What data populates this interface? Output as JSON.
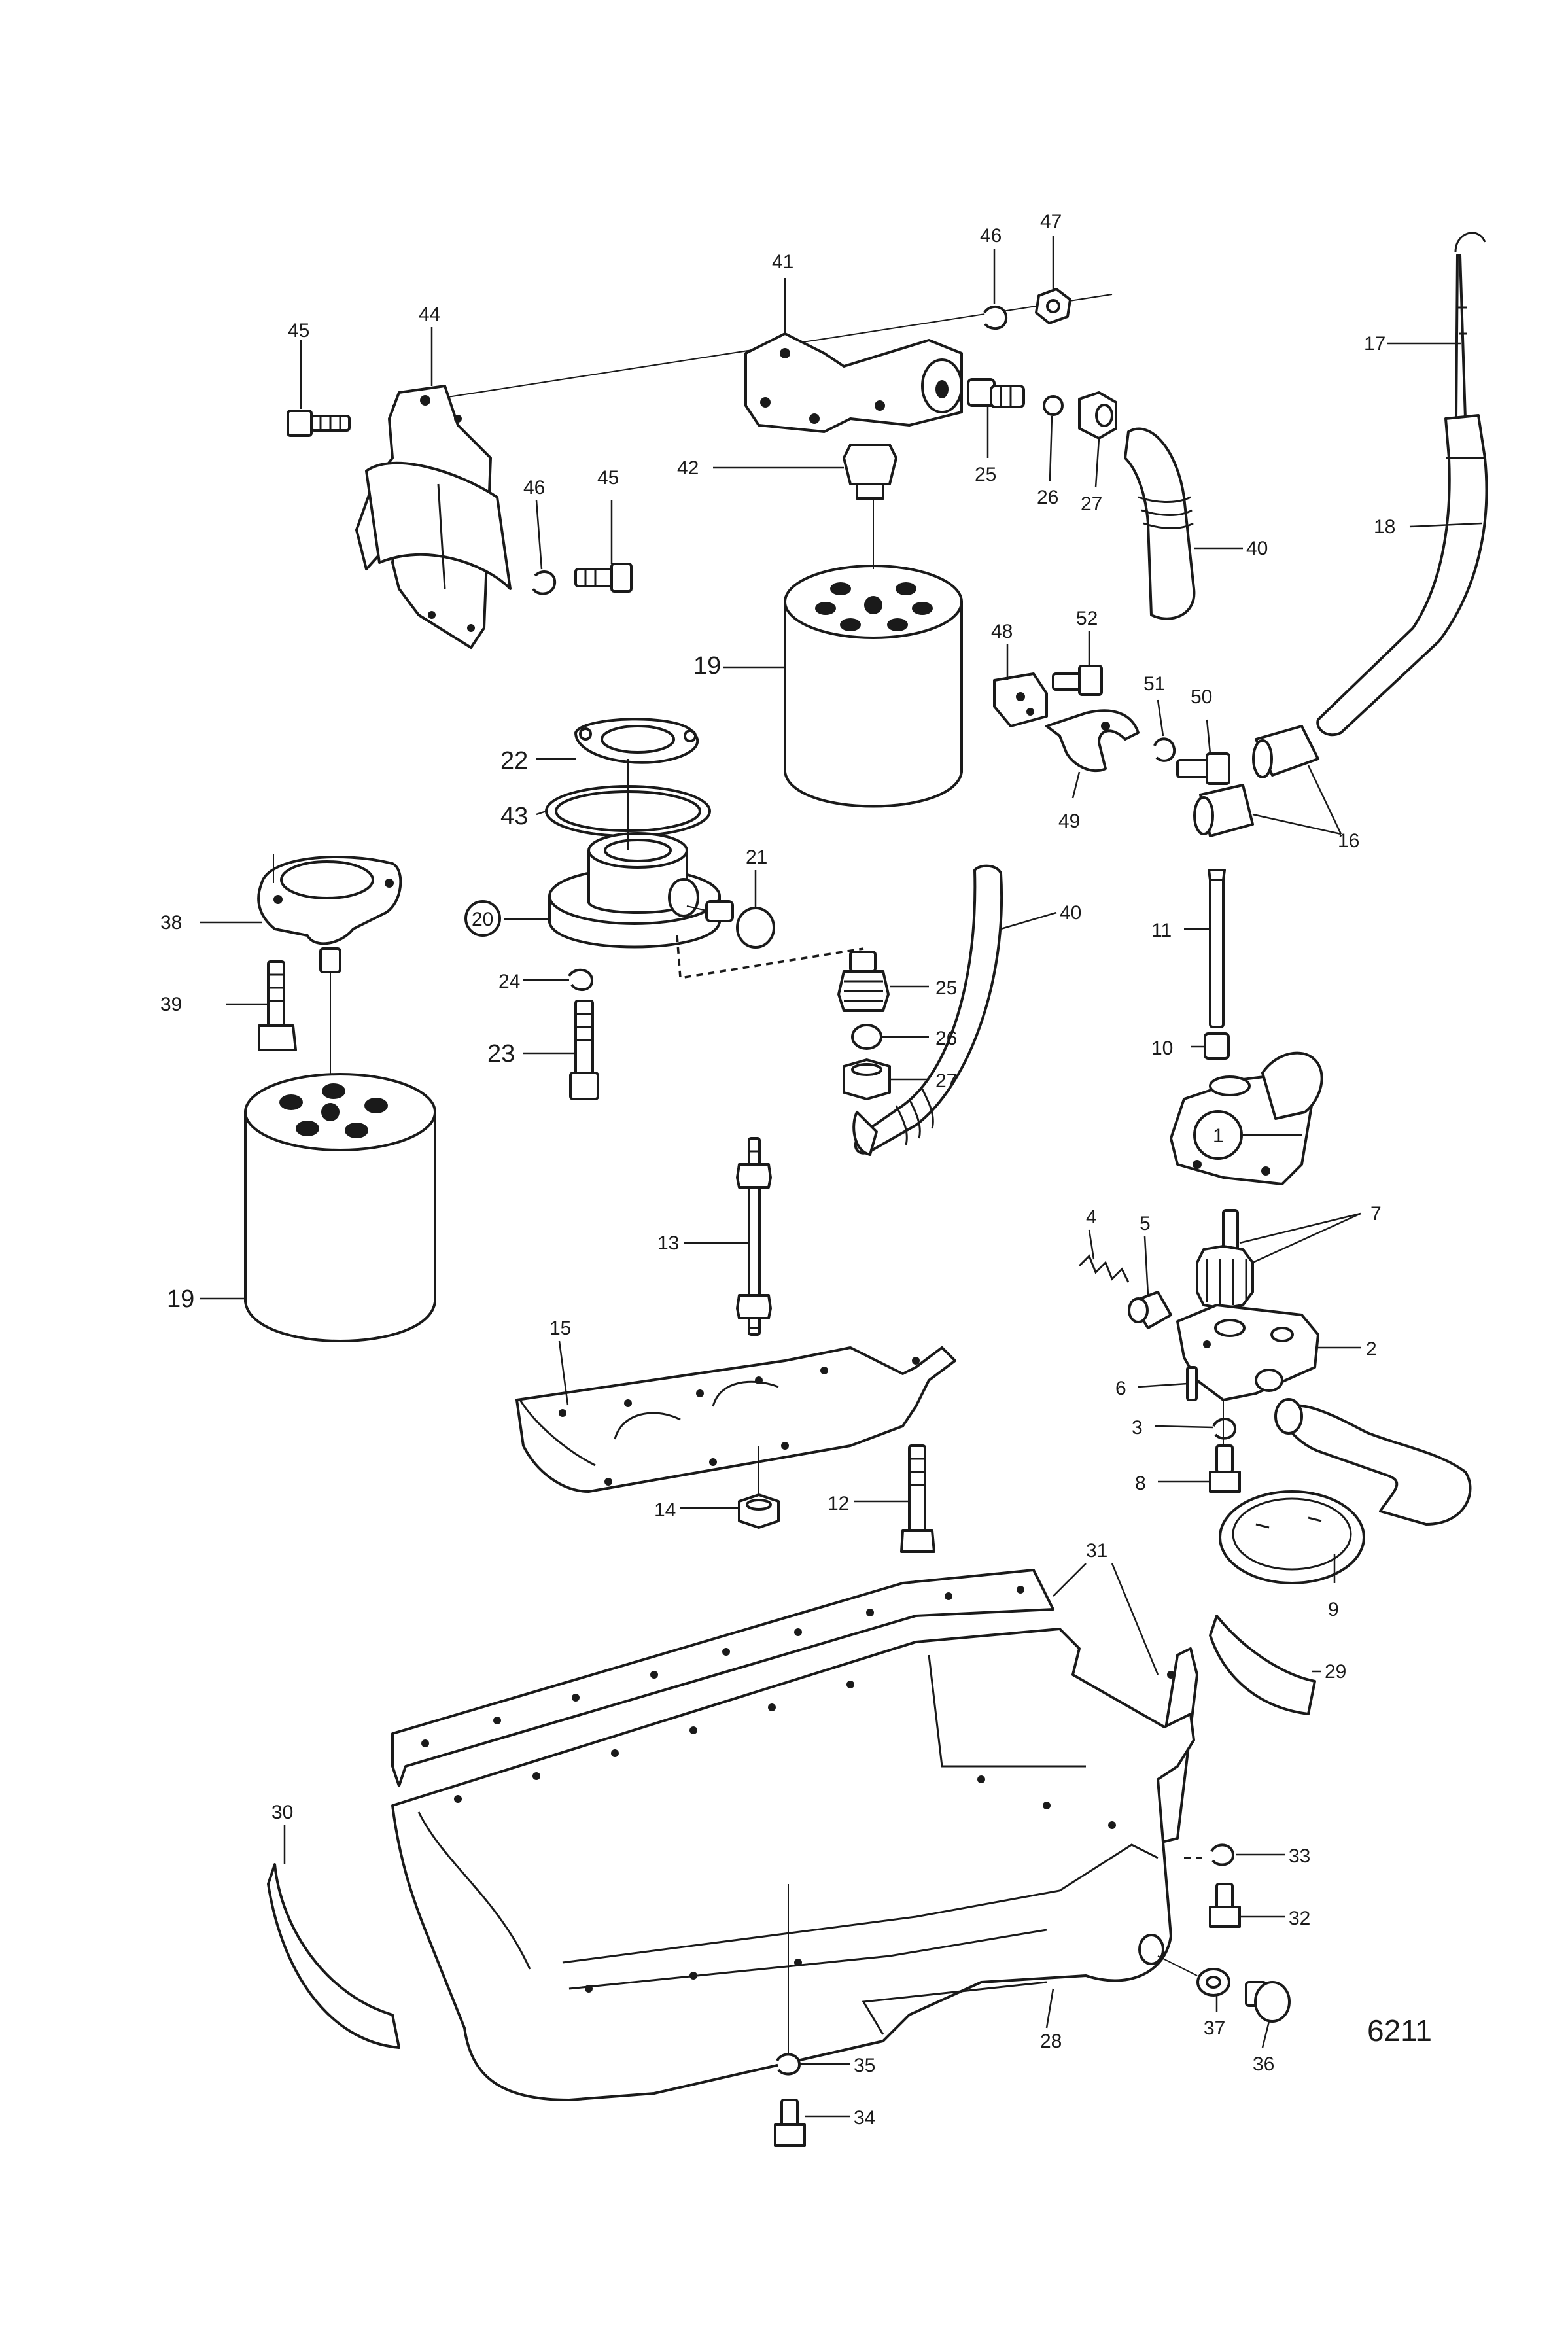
{
  "figure_number": "6211",
  "callouts": {
    "p1": "1",
    "p2": "2",
    "p3": "3",
    "p4": "4",
    "p5": "5",
    "p6": "6",
    "p7": "7",
    "p8": "8",
    "p9": "9",
    "p10": "10",
    "p11": "11",
    "p12": "12",
    "p13": "13",
    "p14": "14",
    "p15": "15",
    "p16": "16",
    "p17": "17",
    "p18": "18",
    "p19": "19",
    "p20": "20",
    "p21": "21",
    "p22": "22",
    "p23": "23",
    "p24": "24",
    "p25": "25",
    "p26": "26",
    "p27": "27",
    "p28": "28",
    "p29": "29",
    "p30": "30",
    "p31": "31",
    "p32": "32",
    "p33": "33",
    "p34": "34",
    "p35": "35",
    "p36": "36",
    "p37": "37",
    "p38": "38",
    "p39": "39",
    "p40": "40",
    "p41": "41",
    "p42": "42",
    "p43": "43",
    "p44": "44",
    "p45": "45",
    "p46": "46",
    "p47": "47",
    "p48": "48",
    "p49": "49",
    "p50": "50",
    "p51": "51",
    "p52": "52"
  }
}
